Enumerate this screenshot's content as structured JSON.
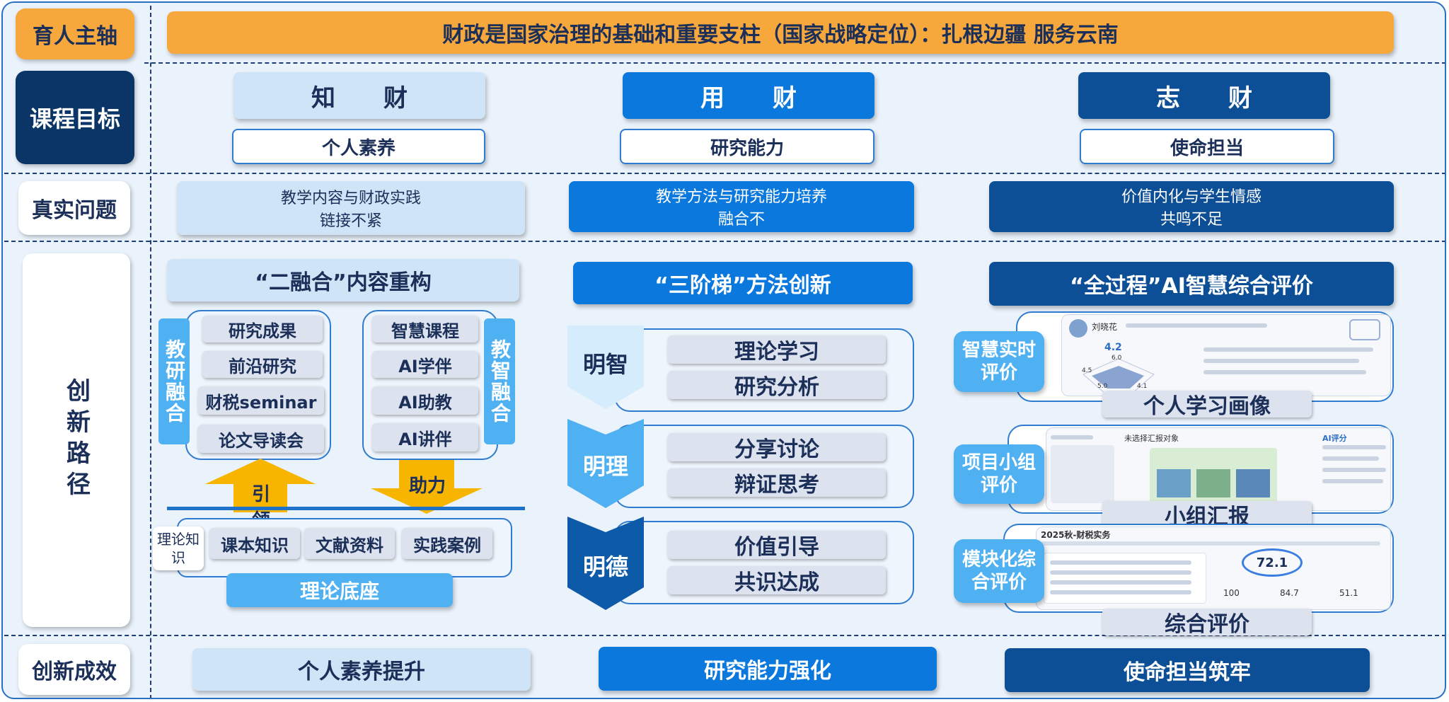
{
  "rows": {
    "r1": "育人主轴",
    "r2": "课程目标",
    "r3": "真实问题",
    "r4": "创新路径",
    "r5": "创新成效"
  },
  "banner": "财政是国家治理的基础和重要支柱（国家战略定位）：扎根边疆 服务云南",
  "goals": [
    {
      "title": "知　　财",
      "sub": "个人素养"
    },
    {
      "title": "用　　财",
      "sub": "研究能力"
    },
    {
      "title": "志　　财",
      "sub": "使命担当"
    }
  ],
  "problems": [
    {
      "line1": "教学内容与财政实践",
      "line2": "链接不紧"
    },
    {
      "line1": "教学方法与研究能力培养",
      "line2": "融合不"
    },
    {
      "line1": "价值内化与学生情感",
      "line2": "共鸣不足"
    }
  ],
  "col1": {
    "title": "“二融合”内容重构",
    "left_vertical": "教研融合",
    "left_items": [
      "研究成果",
      "前沿研究",
      "财税seminar",
      "论文导读会"
    ],
    "right_vertical": "教智融合",
    "right_items": [
      "智慧课程",
      "AI学伴",
      "AI助教",
      "AI讲伴"
    ],
    "arrow_up": "引领",
    "arrow_down": "助力",
    "base_tag": "理论知识",
    "base_items": [
      "课本知识",
      "文献资料",
      "实践案例"
    ],
    "base_title": "理论底座"
  },
  "col2": {
    "title": "“三阶梯”方法创新",
    "stages": [
      {
        "label": "明智",
        "items": [
          "理论学习",
          "研究分析"
        ],
        "color": "#d4ecfb",
        "text": "#1b2f59"
      },
      {
        "label": "明理",
        "items": [
          "分享讨论",
          "辩证思考"
        ],
        "color": "#4fb0f2",
        "text": "#ffffff"
      },
      {
        "label": "明德",
        "items": [
          "价值引导",
          "共识达成"
        ],
        "color": "#0d5aa8",
        "text": "#ffffff"
      }
    ]
  },
  "col3": {
    "title": "“全过程”AI智慧综合评价",
    "evals": [
      {
        "tag": "智慧实时评价",
        "caption": "个人学习画像"
      },
      {
        "tag": "项目小组评价",
        "caption": "小组汇报"
      },
      {
        "tag": "模块化综合评价",
        "caption": "综合评价"
      }
    ],
    "screen1": {
      "name": "刘晓花",
      "score": "4.2",
      "vals": [
        "6.0",
        "4.5",
        "5.0",
        "4.1"
      ]
    },
    "screen2": {
      "heading": "未选择汇报对象",
      "panel": "AI评分"
    },
    "screen3": {
      "heading": "2025秋-财税实务",
      "score": "72.1",
      "vals": [
        "100",
        "84.7",
        "51.1"
      ]
    }
  },
  "results": [
    "个人素养提升",
    "研究能力强化",
    "使命担当筑牢"
  ]
}
